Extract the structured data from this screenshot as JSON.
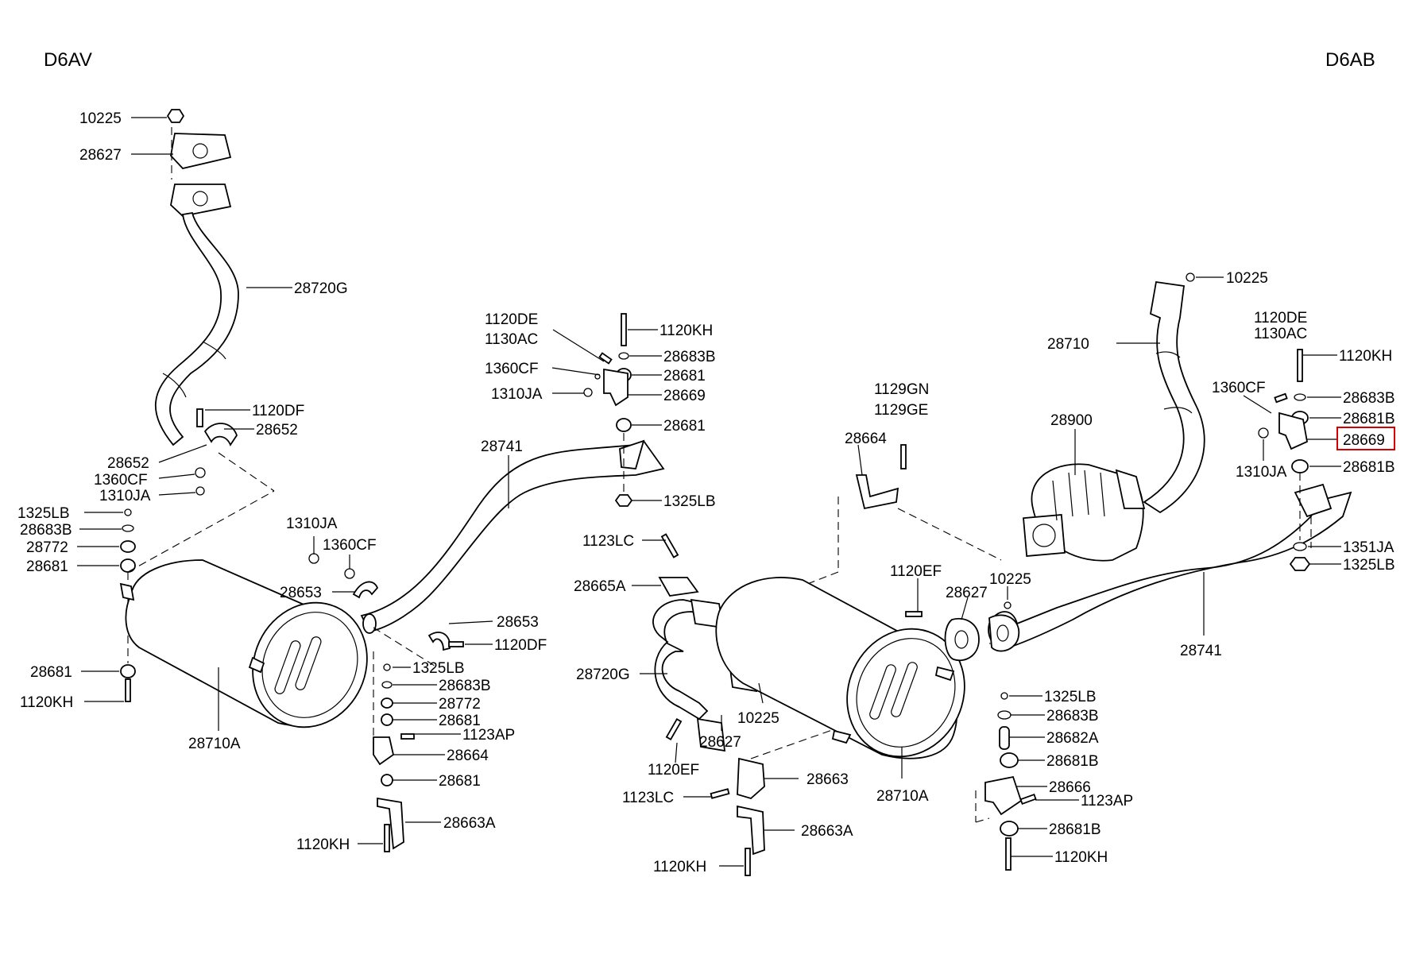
{
  "headers": {
    "left": "D6AV",
    "right": "D6AB"
  },
  "labels": {
    "l_10225": "10225",
    "l_28627": "28627",
    "l_28720G": "28720G",
    "l_1120DF_a": "1120DF",
    "l_28652_a": "28652",
    "l_28652_b": "28652",
    "l_1360CF_a": "1360CF",
    "l_1310JA_a": "1310JA",
    "l_1325LB_a": "1325LB",
    "l_28683B_a": "28683B",
    "l_28772_a": "28772",
    "l_28681_a": "28681",
    "l_28681_b": "28681",
    "l_1120KH_a": "1120KH",
    "l_28710A_a": "28710A",
    "l_1310JA_b": "1310JA",
    "l_1360CF_b": "1360CF",
    "l_28653_a": "28653",
    "l_28653_b": "28653",
    "l_1120DF_b": "1120DF",
    "l_1325LB_b": "1325LB",
    "l_28683B_b": "28683B",
    "l_28772_b": "28772",
    "l_28681_c": "28681",
    "l_1123AP_a": "1123AP",
    "l_28664_a": "28664",
    "l_28681_d": "28681",
    "l_28663A_a": "28663A",
    "l_1120KH_b": "1120KH",
    "l_28741_a": "28741",
    "l_1120DE_a": "1120DE",
    "l_1130AC_a": "1130AC",
    "l_1120KH_c": "1120KH",
    "l_28683B_c": "28683B",
    "l_1360CF_c": "1360CF",
    "l_28681_e": "28681",
    "l_1310JA_c": "1310JA",
    "l_28669_a": "28669",
    "l_28681_f": "28681",
    "l_1325LB_c": "1325LB",
    "l_1123LC_a": "1123LC",
    "l_28665A": "28665A",
    "l_28720G_b": "28720G",
    "l_1120EF_a": "1120EF",
    "l_28627_b": "28627",
    "l_10225_b": "10225",
    "l_1129GN": "1129GN",
    "l_1129GE": "1129GE",
    "l_28664_b": "28664",
    "l_1120EF_b": "1120EF",
    "l_28627_c": "28627",
    "l_10225_c": "10225",
    "l_28663_b": "28663",
    "l_1123LC_b": "1123LC",
    "l_28663A_b": "28663A",
    "l_1120KH_d": "1120KH",
    "l_28710A_b": "28710A",
    "l_28710": "28710",
    "l_10225_d": "10225",
    "l_28900": "28900",
    "l_1120DE_b": "1120DE",
    "l_1130AC_b": "1130AC",
    "l_1120KH_e": "1120KH",
    "l_1360CF_d": "1360CF",
    "l_28683B_d": "28683B",
    "l_28681B_a": "28681B",
    "l_28669_b": "28669",
    "l_1310JA_d": "1310JA",
    "l_28681B_b": "28681B",
    "l_1351JA": "1351JA",
    "l_1325LB_d": "1325LB",
    "l_28741_b": "28741",
    "l_1325LB_e": "1325LB",
    "l_28683B_e": "28683B",
    "l_28682A": "28682A",
    "l_28681B_c": "28681B",
    "l_28666": "28666",
    "l_1123AP_b": "1123AP",
    "l_28681B_d": "28681B",
    "l_1120KH_f": "1120KH"
  },
  "highlight_color": "#d40000"
}
